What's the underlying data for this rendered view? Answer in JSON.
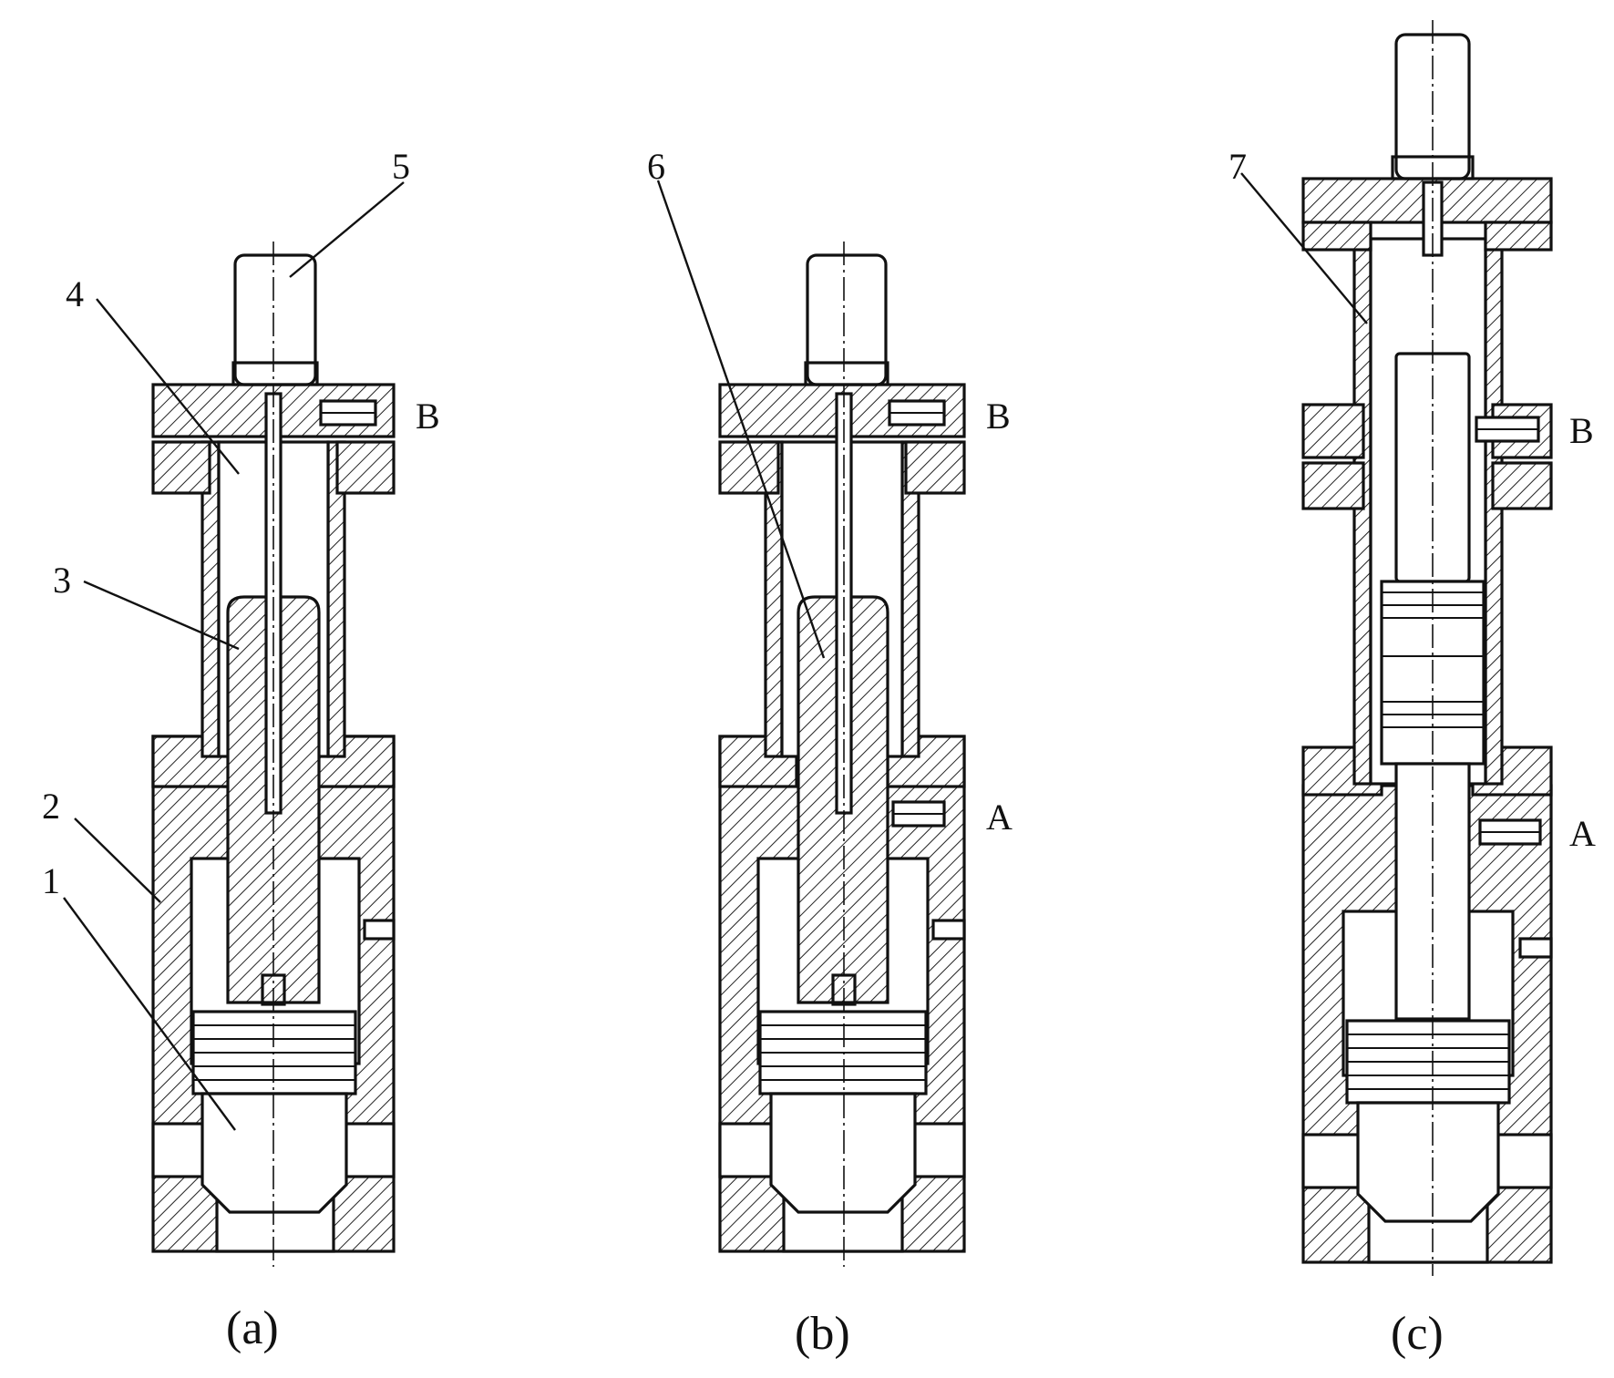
{
  "figure": {
    "panels": [
      {
        "caption": "(a)",
        "part_labels": [
          "1",
          "2",
          "3",
          "4",
          "5"
        ],
        "port_labels": [
          "B"
        ]
      },
      {
        "caption": "(b)",
        "part_labels": [
          "6"
        ],
        "port_labels": [
          "B",
          "A"
        ]
      },
      {
        "caption": "(c)",
        "part_labels": [
          "7"
        ],
        "port_labels": [
          "B",
          "A"
        ]
      }
    ]
  }
}
